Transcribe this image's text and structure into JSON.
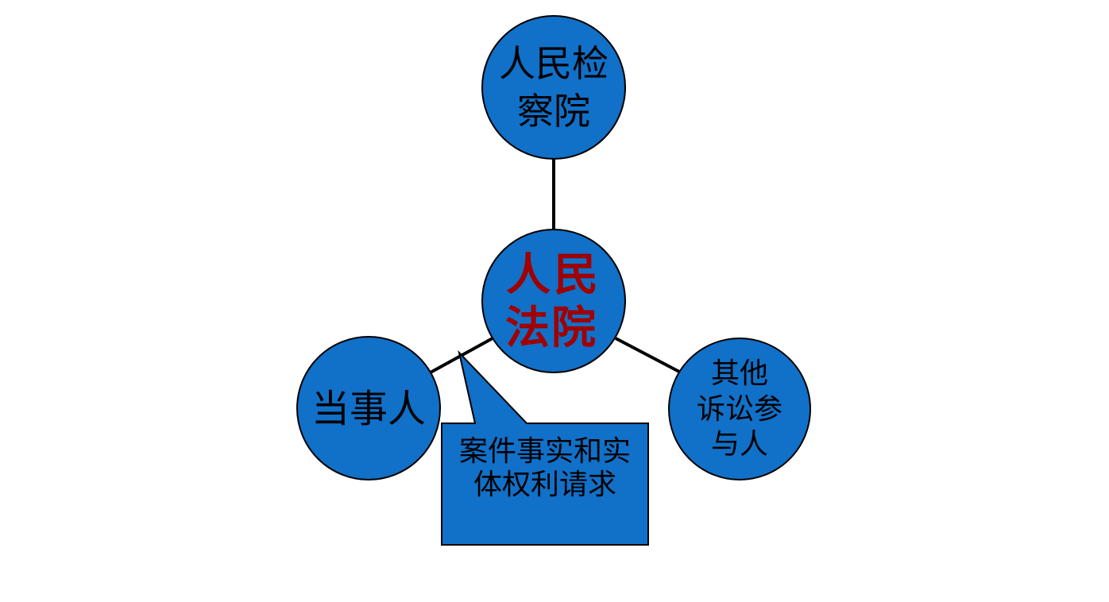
{
  "diagram": {
    "title": "",
    "colors": {
      "node_fill": "#1170C8",
      "node_stroke": "#000000",
      "center_text": "#A00000",
      "text": "#000000",
      "connector": "#000000"
    },
    "center": {
      "lines": [
        "人民",
        "法院"
      ]
    },
    "nodes": {
      "top": {
        "lines": [
          "人民检",
          "察院"
        ]
      },
      "left": {
        "lines": [
          "当事人"
        ]
      },
      "right": {
        "lines": [
          "其他",
          "诉讼参",
          "与人"
        ]
      }
    },
    "callout": {
      "lines": [
        "案件事实和实",
        "体权利请求"
      ]
    }
  }
}
